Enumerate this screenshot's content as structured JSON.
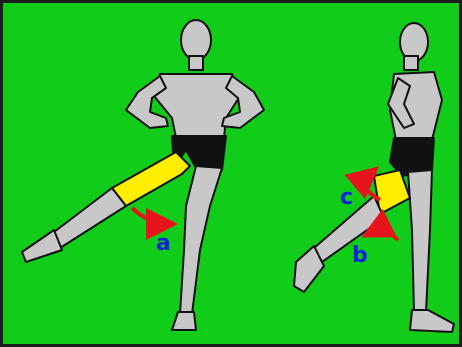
{
  "colors": {
    "background": "#12cc1a",
    "border": "#1c1c1c",
    "skin": "#c8c8c8",
    "shorts": "#111111",
    "highlight": "#ffee00",
    "arrow": "#e8141c",
    "label": "#0a22d8"
  },
  "labels": {
    "a": "a",
    "b": "b",
    "c": "c"
  }
}
